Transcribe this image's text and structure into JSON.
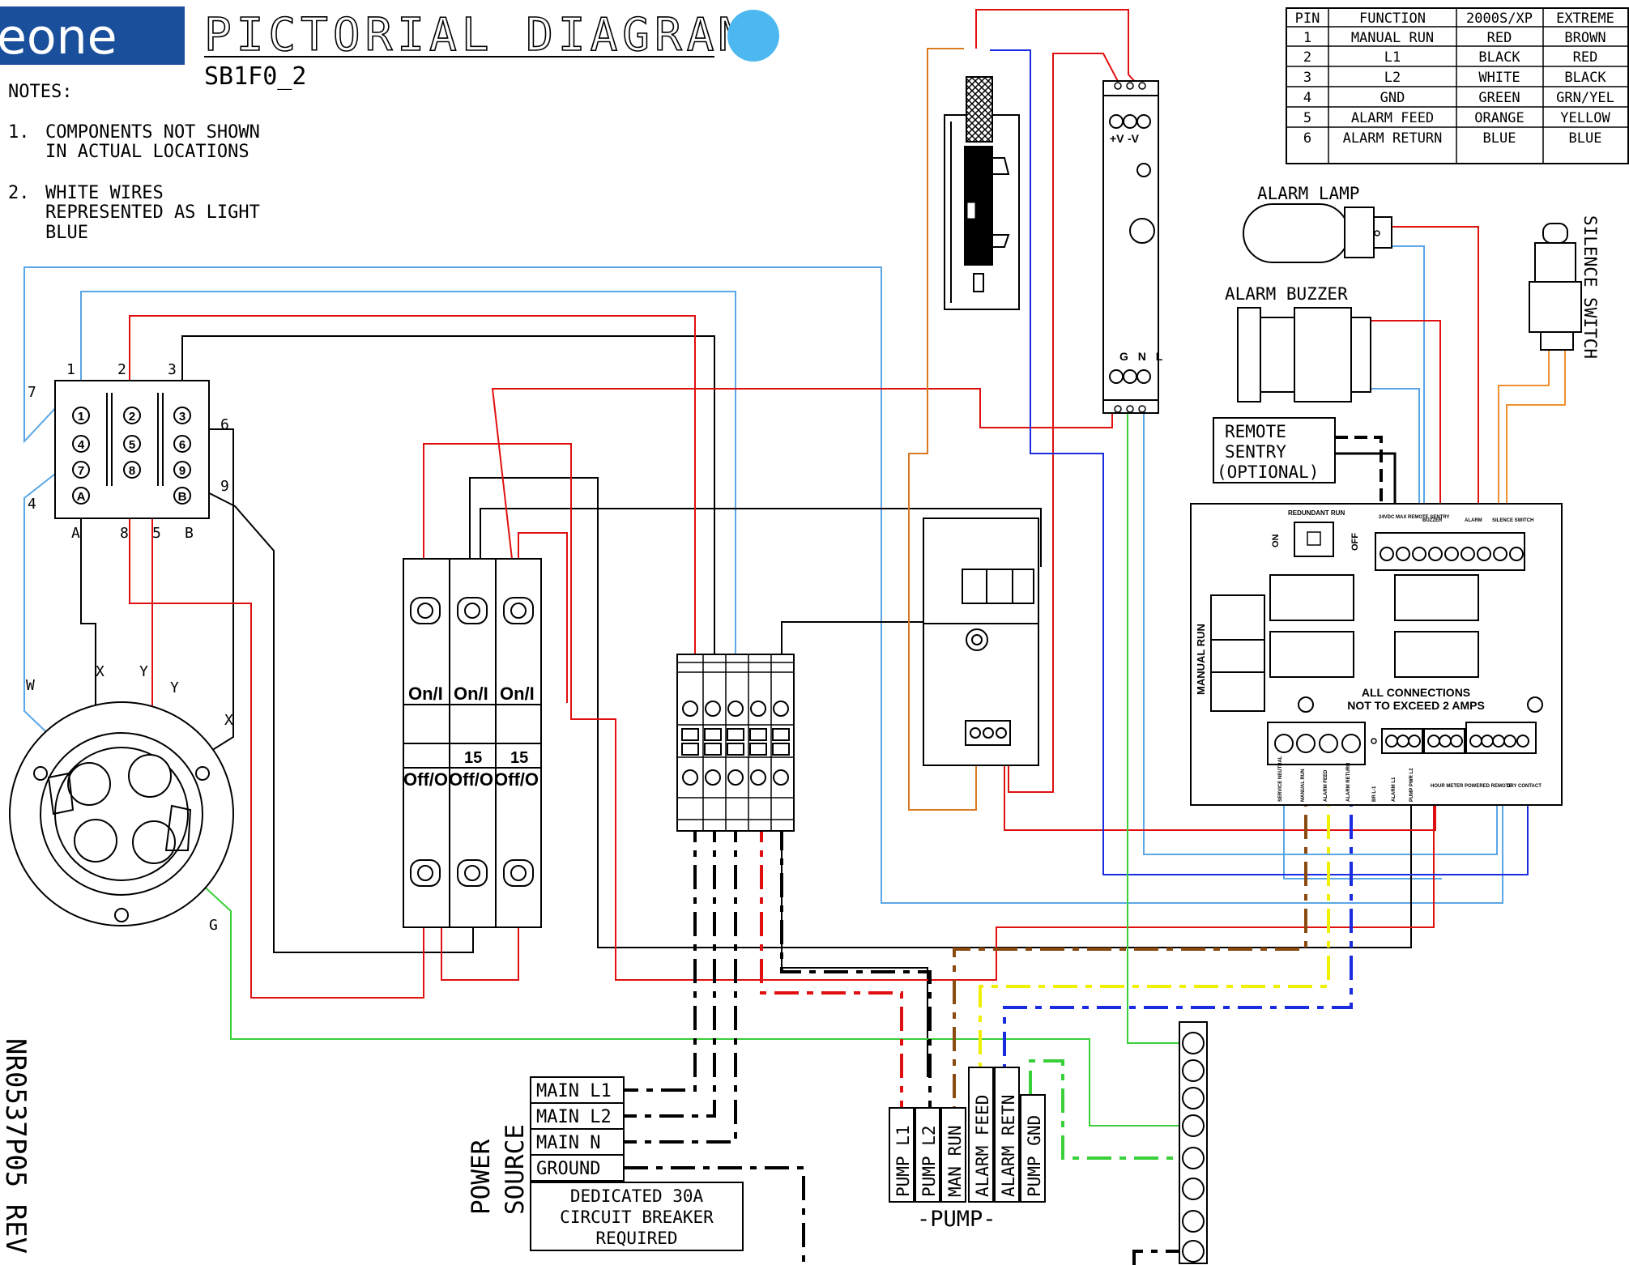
{
  "header": {
    "logo_text": "eone",
    "title": "PICTORIAL DIAGRAM",
    "model": "SB1F0_2",
    "accent_color": "#4db8f0",
    "logo_color": "#1a4f9c"
  },
  "notes": {
    "heading": "NOTES:",
    "items": [
      {
        "num": "1.",
        "lines": [
          "COMPONENTS NOT SHOWN",
          "IN ACTUAL LOCATIONS"
        ]
      },
      {
        "num": "2.",
        "lines": [
          "WHITE WIRES",
          "REPRESENTED AS LIGHT",
          "BLUE"
        ]
      }
    ]
  },
  "pin_table": {
    "headers": [
      "PIN",
      "FUNCTION",
      "2000S/XP",
      "EXTREME"
    ],
    "rows": [
      [
        "1",
        "MANUAL RUN",
        "RED",
        "BROWN"
      ],
      [
        "2",
        "L1",
        "BLACK",
        "RED"
      ],
      [
        "3",
        "L2",
        "WHITE",
        "BLACK"
      ],
      [
        "4",
        "GND",
        "GREEN",
        "GRN/YEL"
      ],
      [
        "5",
        "ALARM FEED",
        "ORANGE",
        "YELLOW"
      ],
      [
        "6",
        "ALARM RETURN",
        "BLUE",
        "BLUE"
      ]
    ]
  },
  "components": {
    "alarm_lamp": "ALARM LAMP",
    "alarm_buzzer": "ALARM BUZZER",
    "silence_switch": "SILENCE SWITCH",
    "remote_sentry": [
      "REMOTE",
      "SENTRY",
      "(OPTIONAL)"
    ],
    "psu_top_labels": [
      "+V",
      "-V"
    ],
    "psu_gnl": "G N L",
    "breaker_on": "On/I",
    "breaker_off": "Off/O",
    "breaker_rating": "15",
    "power_source": [
      "POWER",
      "SOURCE"
    ],
    "power_terminals": [
      "MAIN L1",
      "MAIN L2",
      "MAIN N",
      "GROUND"
    ],
    "breaker_note": [
      "DEDICATED 30A",
      "CIRCUIT BREAKER",
      "REQUIRED"
    ],
    "pump_terminals": [
      "PUMP L1",
      "PUMP L2",
      "MAN RUN",
      "ALARM FEED",
      "ALARM RETN",
      "PUMP GND"
    ],
    "pump_label": "-PUMP-",
    "doc_number": "NR0537P05 REV -"
  },
  "connector": {
    "top_numbers": [
      "1",
      "2",
      "3"
    ],
    "side_numbers": [
      "7",
      "4",
      "6",
      "9"
    ],
    "bottom_labels": [
      "A",
      "8",
      "5",
      "B"
    ],
    "pins": [
      "1",
      "2",
      "3",
      "4",
      "5",
      "6",
      "7",
      "8",
      "9",
      "A",
      "B"
    ],
    "wire_letters": [
      "W",
      "X",
      "Y",
      "Y",
      "X",
      "G"
    ]
  },
  "board": {
    "redundant_run": "REDUNDANT RUN",
    "on": "ON",
    "off": "OFF",
    "manual_run": "MANUAL RUN",
    "all_connections": [
      "ALL CONNECTIONS",
      "NOT TO EXCEED 2 AMPS"
    ],
    "top_terms": [
      "24VDC MAX REMOTE SENTRY",
      "BUZZER",
      "ALARM",
      "SILENCE SWITCH"
    ],
    "bottom_terms": [
      "SERVICE NEUTRAL",
      "MANUAL RUN",
      "ALARM FEED",
      "ALARM RETURN",
      "BR L-1",
      "ALARM L1",
      "PUMP PWR L2",
      "HOUR METER",
      "POWERED REMOTE",
      "DRY CONTACT"
    ]
  }
}
